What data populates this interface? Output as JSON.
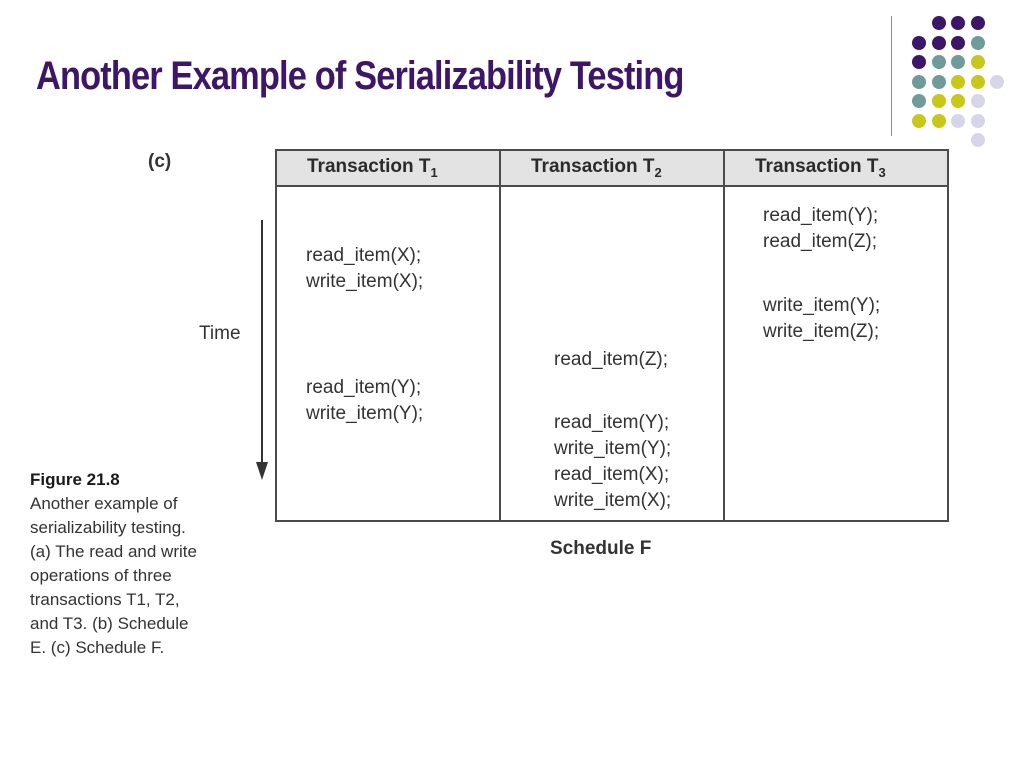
{
  "slide": {
    "title": "Another Example of Serializability Testing"
  },
  "palette": {
    "title_color": "#3d1668",
    "dot_colors": [
      "#3d1668",
      "#6f9c9a",
      "#c8c81a",
      "#d6d6e8"
    ]
  },
  "figure": {
    "part_label": "(c)",
    "time_label": "Time",
    "columns": [
      {
        "prefix": "Transaction T",
        "sub": "1"
      },
      {
        "prefix": "Transaction T",
        "sub": "2"
      },
      {
        "prefix": "Transaction T",
        "sub": "3"
      }
    ],
    "operations": {
      "t1": [
        "read_item(X);",
        "write_item(X);",
        "read_item(Y);",
        "write_item(Y);"
      ],
      "t2": [
        "read_item(Z);",
        "read_item(Y);",
        "write_item(Y);",
        "read_item(X);",
        "write_item(X);"
      ],
      "t3": [
        "read_item(Y);",
        "read_item(Z);",
        "write_item(Y);",
        "write_item(Z);"
      ]
    },
    "schedule_caption": "Schedule F"
  },
  "figure_caption": {
    "title": "Figure 21.8",
    "lines": [
      "Another example of",
      "serializability testing.",
      "(a) The read and write",
      "operations of three",
      "transactions T1, T2,",
      "and T3. (b) Schedule",
      "E. (c) Schedule F."
    ]
  }
}
